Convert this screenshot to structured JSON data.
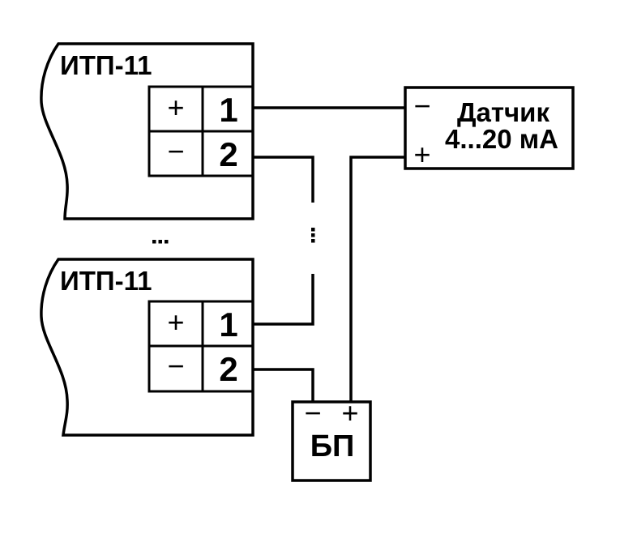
{
  "colors": {
    "background": "#ffffff",
    "line": "#000000"
  },
  "diagram": {
    "devices": [
      {
        "label": "ИТП-11",
        "terminals": [
          {
            "sign": "+",
            "num": "1"
          },
          {
            "sign": "−",
            "num": "2"
          }
        ]
      },
      {
        "label": "ИТП-11",
        "terminals": [
          {
            "sign": "+",
            "num": "1"
          },
          {
            "sign": "−",
            "num": "2"
          }
        ]
      }
    ],
    "sensor": {
      "name": "Датчик",
      "range": "4...20 мА",
      "minus": "−",
      "plus": "+"
    },
    "power_supply": {
      "label": "БП",
      "minus": "−",
      "plus": "+"
    }
  }
}
